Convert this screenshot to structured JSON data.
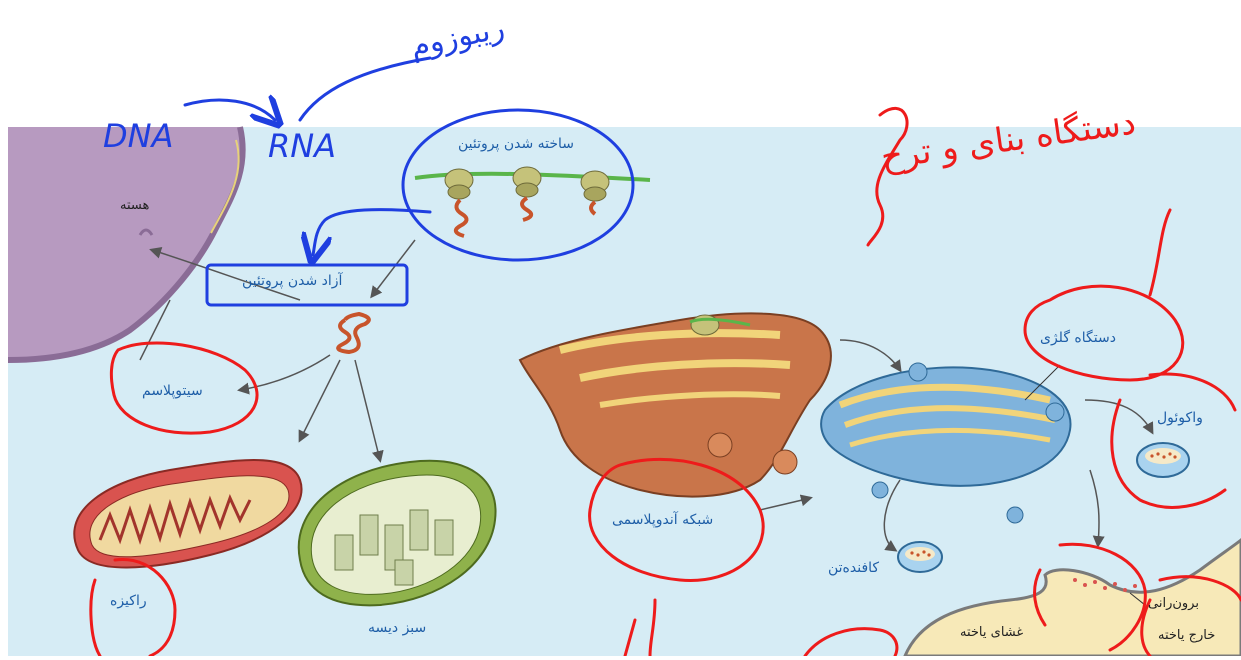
{
  "labels": {
    "nucleus": "هسته",
    "protein_synthesis": "ساخته شدن پروتئین",
    "protein_release": "آزاد شدن پروتئین",
    "cytoplasm": "سیتوپلاسم",
    "mitochondrion": "راکیزه",
    "chloroplast": "سبز دیسه",
    "er": "شبکه آندوپلاسمی",
    "golgi": "دستگاه گلژی",
    "vacuole": "واکوئول",
    "lysosome": "کافنده‌تن",
    "exocytosis": "برون‌رانی",
    "cell_membrane": "غشای یاخته",
    "outside_cell": "خارج یاخته"
  },
  "annotations": {
    "dna": "DNA",
    "rna": "RNA",
    "ribosome_note": "ریبوزوم",
    "golgi_note": "دستگاه بنای و ترح"
  },
  "colors": {
    "background": "#d6ecf5",
    "nucleus": "#b79ac0",
    "blue_ink": "#1f3fe0",
    "red_ink": "#ee1b1b",
    "label_blue": "#1f5fa8"
  }
}
